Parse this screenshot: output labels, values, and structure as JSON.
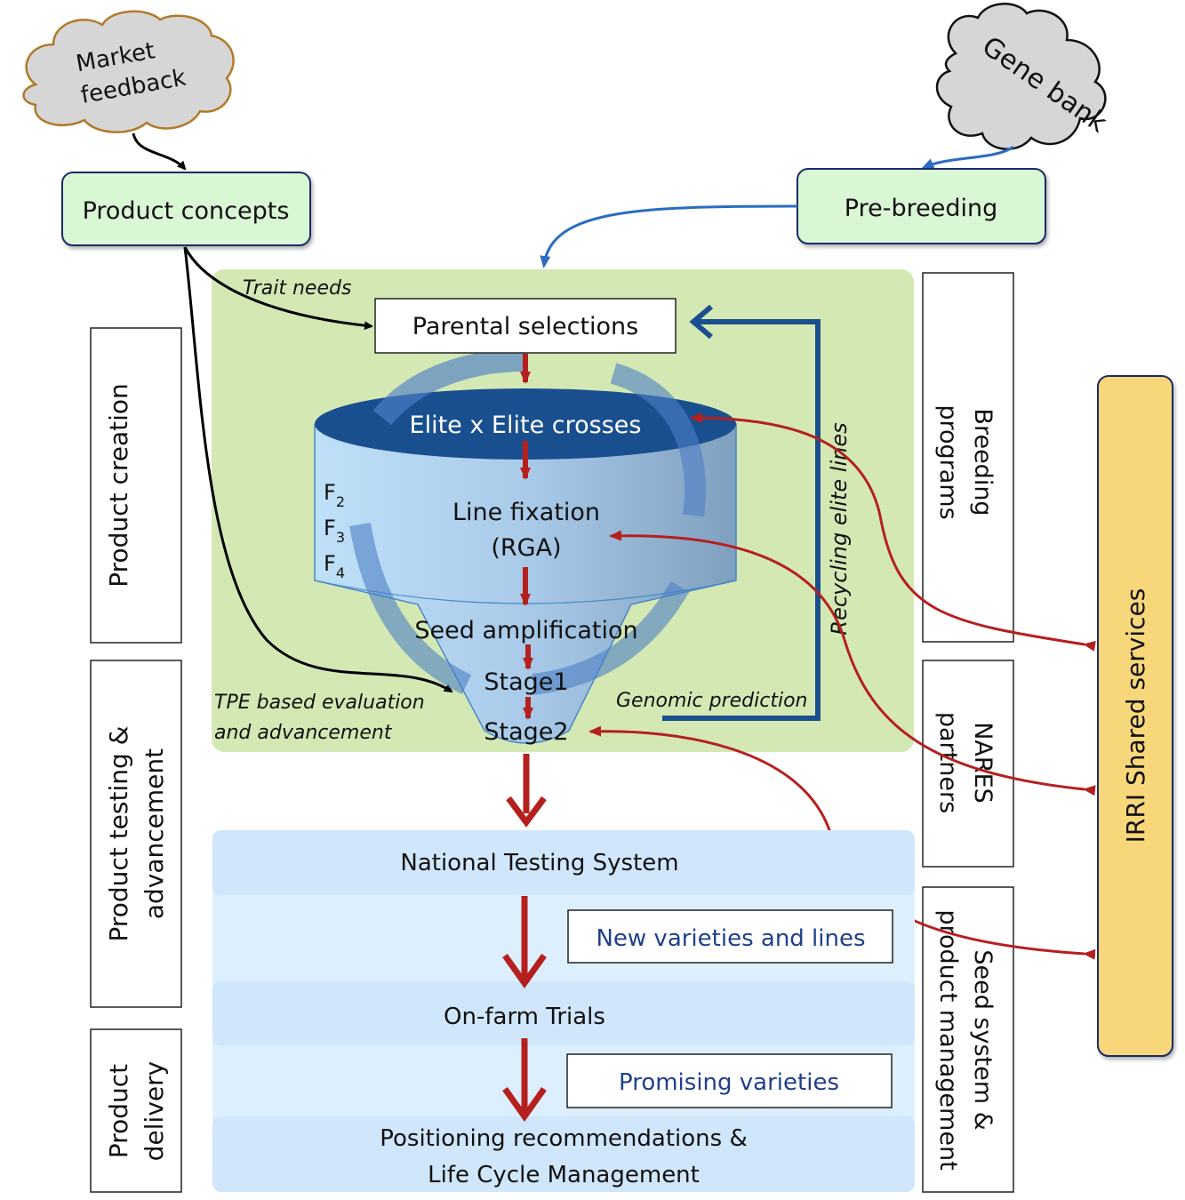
{
  "clouds": {
    "market_feedback": {
      "line1": "Market",
      "line2": "feedback"
    },
    "gene_bank": "Gene bank"
  },
  "top_boxes": {
    "product_concepts": "Product concepts",
    "pre_breeding": "Pre-breeding"
  },
  "pipeline": {
    "trait_needs": "Trait needs",
    "parental_selections": "Parental selections",
    "elite_crosses": "Elite x Elite crosses",
    "generations": [
      {
        "base": "F",
        "sub": "2"
      },
      {
        "base": "F",
        "sub": "3"
      },
      {
        "base": "F",
        "sub": "4"
      }
    ],
    "line_fixation": {
      "line1": "Line fixation",
      "line2": "(RGA)"
    },
    "seed_amplification": "Seed amplification",
    "stage1": "Stage1",
    "stage2": "Stage2",
    "tpe_label": {
      "line1": "TPE based evaluation",
      "line2": "and advancement"
    },
    "genomic_prediction": "Genomic prediction",
    "recycling": "Recycling elite lines"
  },
  "left_phases": {
    "product_creation": "Product creation",
    "product_testing": {
      "line1": "Product  testing &",
      "line2": "advancement"
    },
    "product_delivery": {
      "line1": "Product",
      "line2": "delivery"
    }
  },
  "right_partners": {
    "breeding_programs": {
      "line1": "Breeding",
      "line2": "programs"
    },
    "nares_partners": {
      "line1": "NARES",
      "line2": "partners"
    },
    "seed_system": {
      "line1": "Seed system &",
      "line2": "product management"
    },
    "irri_shared": "IRRI Shared services"
  },
  "lower_flow": {
    "national_testing": "National Testing System",
    "new_varieties": "New varieties and lines",
    "on_farm": "On-farm Trials",
    "promising": "Promising varieties",
    "positioning": {
      "line1": "Positioning recommendations &",
      "line2": "Life Cycle Management"
    }
  },
  "colors": {
    "green_box": "#d9f7d4",
    "pipeline_bg": "#d4e8b4",
    "arrow_red": "#b5201f",
    "arrow_blue": "#2b6cbf",
    "funnel_dark": "#1a4f8f",
    "irri_yellow": "#f8d77a",
    "band_blue": "#cfe6fb"
  }
}
